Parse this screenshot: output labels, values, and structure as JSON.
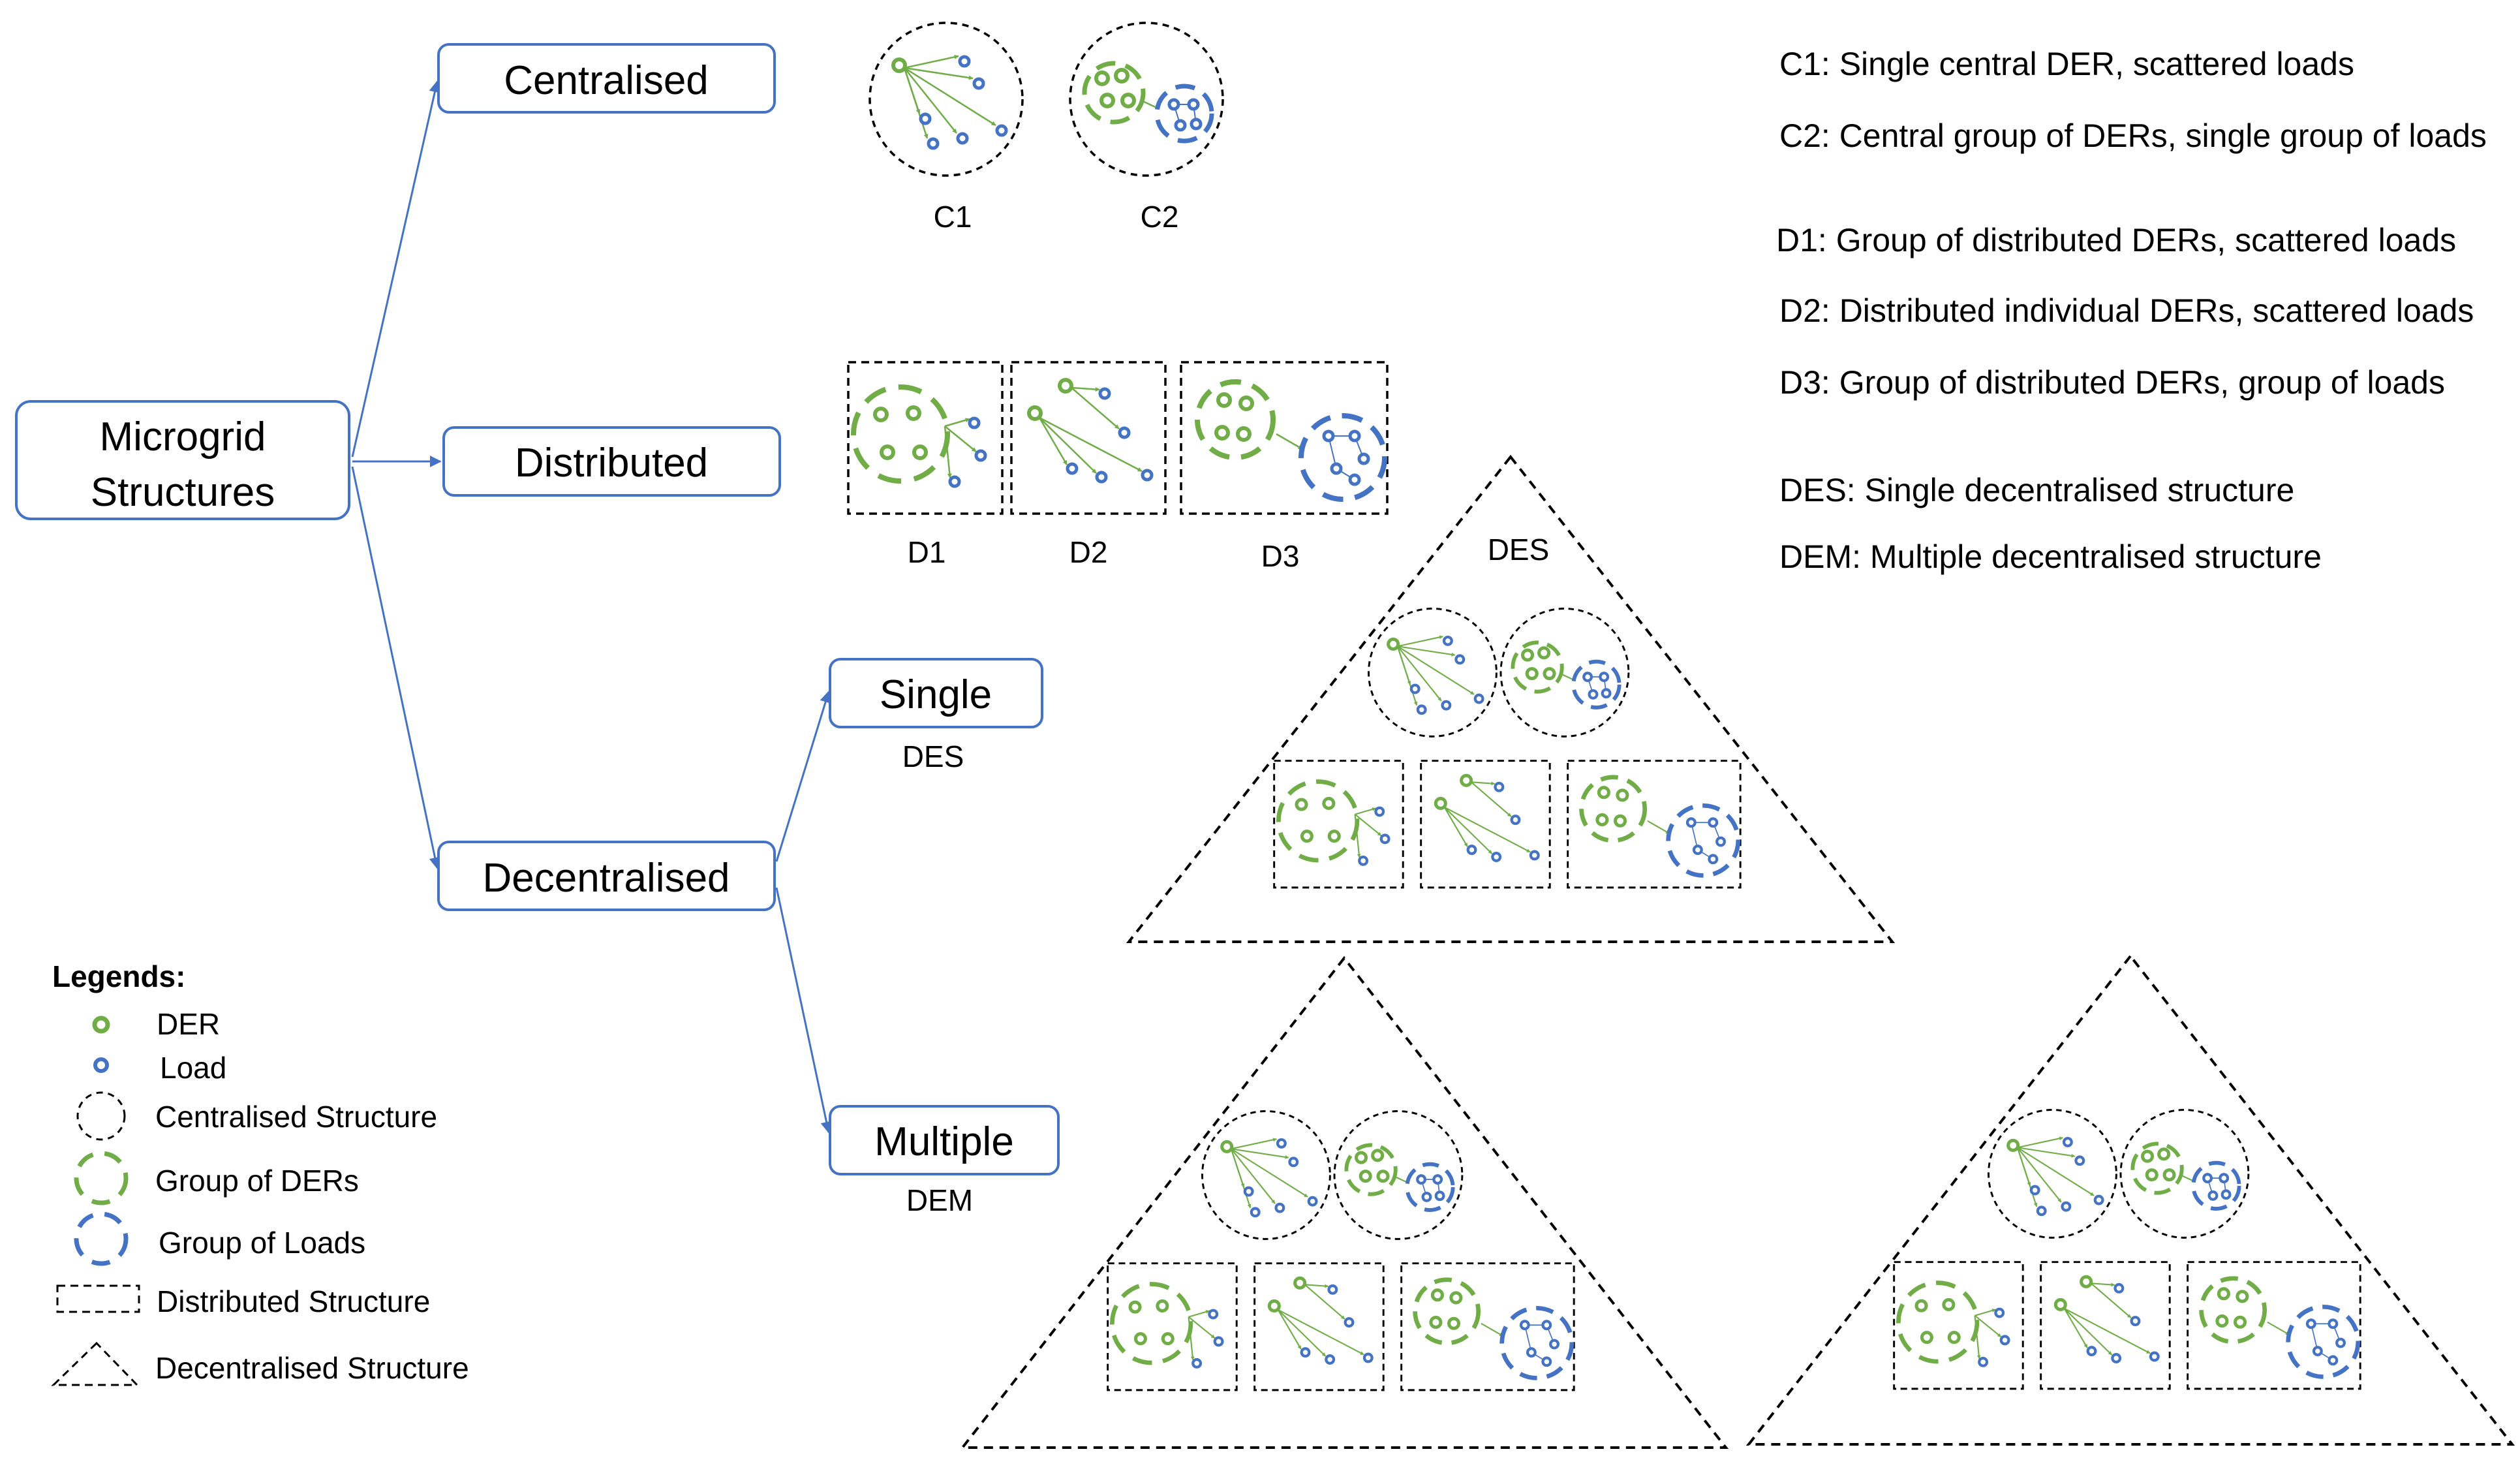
{
  "root": {
    "line1": "Microgrid",
    "line2": "Structures"
  },
  "branches": {
    "centralised": "Centralised",
    "distributed": "Distributed",
    "decentralised": "Decentralised",
    "single": "Single",
    "single_sub": "DES",
    "multiple": "Multiple",
    "multiple_sub": "DEM"
  },
  "figure_labels": {
    "c1": "C1",
    "c2": "C2",
    "d1": "D1",
    "d2": "D2",
    "d3": "D3",
    "des": "DES"
  },
  "descriptions": [
    "C1: Single central DER, scattered loads",
    "C2: Central group of DERs, single group of loads",
    "D1: Group of distributed DERs, scattered loads",
    "D2: Distributed individual DERs, scattered loads",
    "D3: Group of distributed DERs, group of loads",
    "DES: Single decentralised structure",
    "DEM: Multiple decentralised structure"
  ],
  "legend": {
    "title": "Legends:",
    "items": [
      "DER",
      "Load",
      "Centralised Structure",
      "Group of DERs",
      "Group of Loads",
      "Distributed Structure",
      "Decentralised Structure"
    ]
  },
  "colors": {
    "der": "#70ad47",
    "load": "#4472c4",
    "connector": "#4472c4",
    "box_border": "#4472c4",
    "outline": "#000000"
  },
  "icons": {
    "der": "green-ring-icon",
    "load": "blue-ring-icon",
    "centralised": "dashed-circle-icon",
    "group_ders": "green-dashed-circle-icon",
    "group_loads": "blue-dashed-circle-icon",
    "distributed": "dashed-rectangle-icon",
    "decentralised": "dashed-triangle-icon"
  }
}
